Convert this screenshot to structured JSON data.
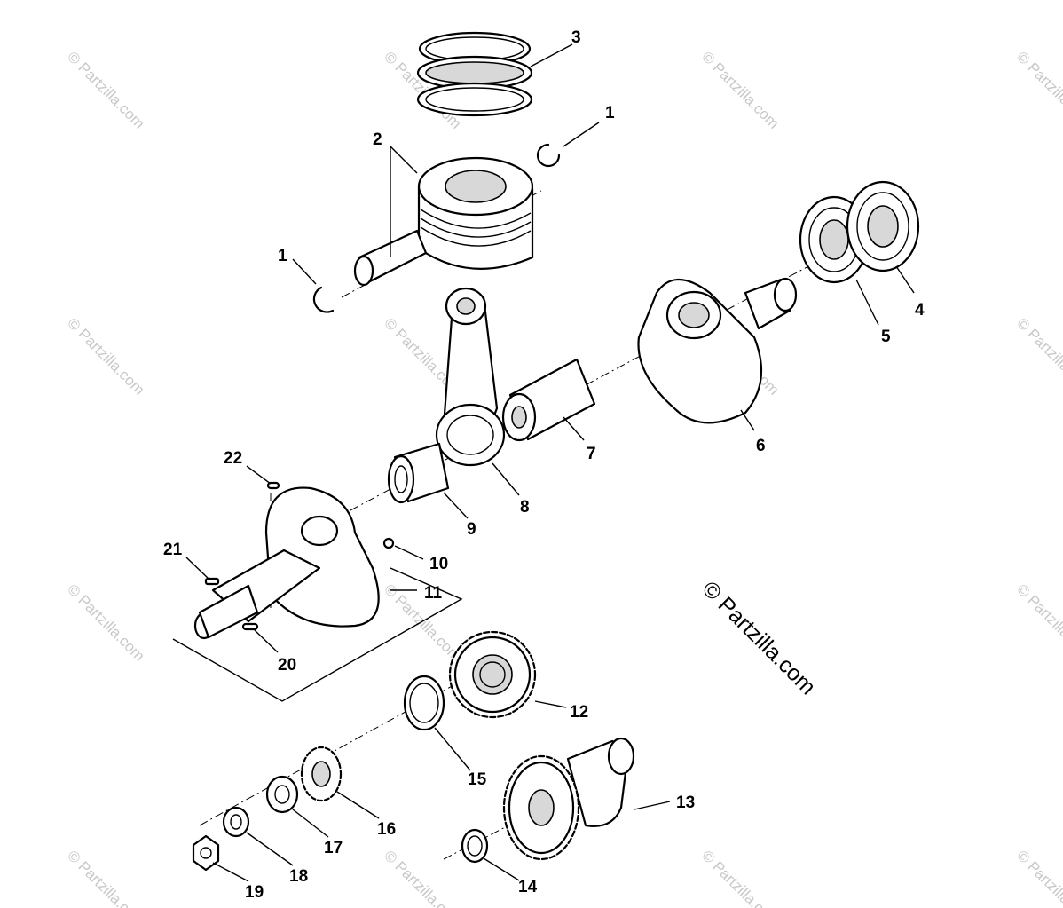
{
  "copyright_text": "© Partzilla.com",
  "watermark_text": "© Partzilla.com",
  "callouts": {
    "c1a": "1",
    "c1b": "1",
    "c2": "2",
    "c3": "3",
    "c4": "4",
    "c5": "5",
    "c6": "6",
    "c7": "7",
    "c8": "8",
    "c9": "9",
    "c10": "10",
    "c11": "11",
    "c12": "12",
    "c13": "13",
    "c14": "14",
    "c15": "15",
    "c16": "16",
    "c17": "17",
    "c18": "18",
    "c19": "19",
    "c20": "20",
    "c21": "21",
    "c22": "22"
  }
}
